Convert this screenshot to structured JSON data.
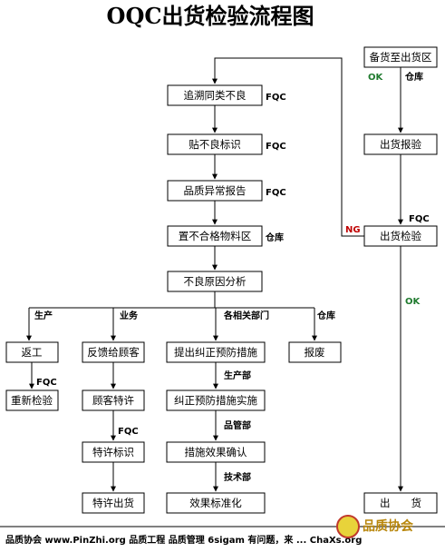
{
  "title": "OQC出货检验流程图",
  "nodes": {
    "trace": "追溯同类不良",
    "tag": "贴不良标识",
    "report": "品质异常报告",
    "place": "置不合格物料区",
    "analyze": "不良原因分析",
    "stock": "备货至出货区",
    "apply": "出货报验",
    "inspect": "出货检验",
    "ship": "出　　货",
    "rework": "返工",
    "recheck": "重新检验",
    "feedback": "反馈给顾客",
    "concession": "顾客特许",
    "special_tag": "特许标识",
    "special_ship": "特许出货",
    "propose": "提出纠正预防措施",
    "implement": "纠正预防措施实施",
    "confirm": "措施效果确认",
    "standardize": "效果标准化",
    "scrap": "报废"
  },
  "labels": {
    "fqc": "FQC",
    "warehouse": "仓库",
    "production": "生产",
    "sales": "业务",
    "all_depts": "各相关部门",
    "prod_dept": "生产部",
    "qa_dept": "品管部",
    "tech_dept": "技术部",
    "ok": "OK",
    "ng": "NG"
  },
  "footer": {
    "text": "品质协会 www.PinZhi.org 品质工程 品质管理 6sigam 有问题，来 ... ChaXs.org",
    "logo": "品质协会"
  }
}
